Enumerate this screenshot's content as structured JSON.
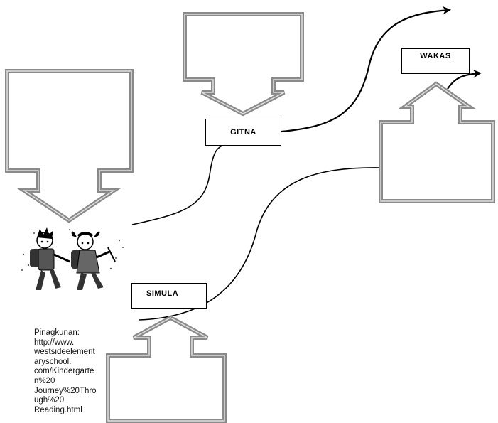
{
  "labels": {
    "gitna": "GITNA",
    "wakas": "WAKAS",
    "simula": "SIMULA"
  },
  "source_lines": [
    "Pinagkunan:",
    "http://www.",
    "westsideelement",
    "aryschool.",
    "com/Kindergarte",
    "n%20",
    "Journey%20Thro",
    "ugh%20",
    "Reading.html"
  ],
  "icons": {
    "children": "two-children-walking-icon"
  },
  "colors": {
    "frame_outer": "#8a8a8a",
    "frame_inner": "#c8c8c8",
    "line": "#000000"
  }
}
